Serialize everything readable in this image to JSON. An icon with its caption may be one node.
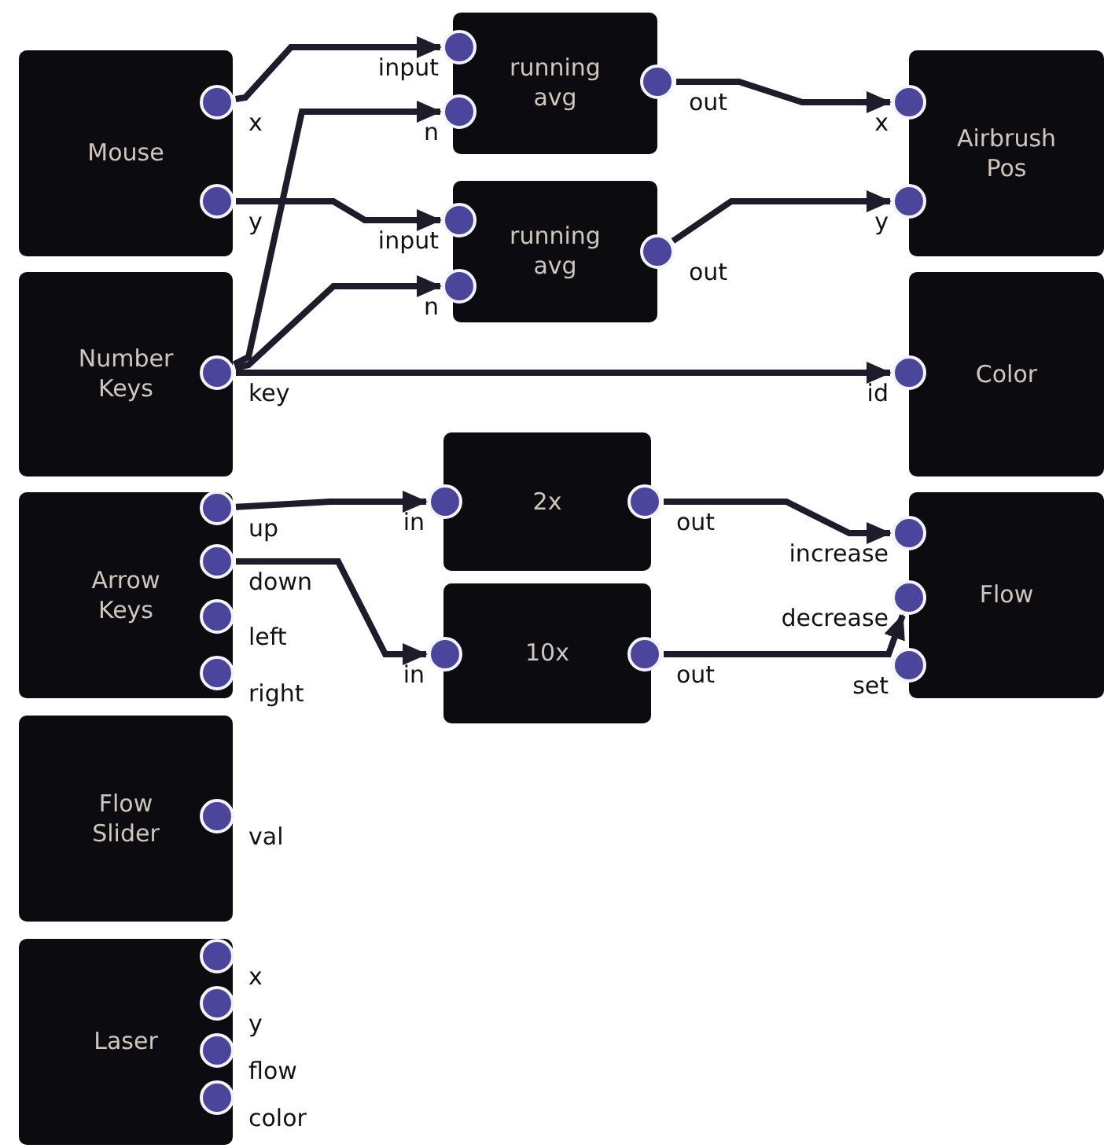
{
  "diagram": {
    "nodes": [
      {
        "text": [
          "Mouse"
        ]
      },
      {
        "text": [],
        "shape": "circle",
        "beside": [
          "x"
        ],
        "in": 0
      },
      {
        "text": [],
        "shape": "circle",
        "beside": [
          "y"
        ],
        "in": 0
      },
      {
        "text": [
          "Number Keys"
        ]
      },
      {
        "text": [],
        "shape": "circle",
        "beside": [
          "key"
        ],
        "in": 3
      },
      {
        "text": [
          "Arrow Keys"
        ]
      },
      {
        "text": [],
        "shape": "circle",
        "beside": [
          "up"
        ],
        "in": 5
      },
      {
        "text": [],
        "shape": "circle",
        "beside": [
          "down"
        ],
        "in": 5
      },
      {
        "text": [],
        "shape": "circle",
        "beside": [
          "left"
        ],
        "in": 5
      },
      {
        "text": [],
        "shape": "circle",
        "beside": [
          "right"
        ],
        "in": 5
      },
      {
        "text": [
          "Flow Slider"
        ]
      },
      {
        "text": [],
        "shape": "circle",
        "beside": [
          "val"
        ],
        "in": 10
      },
      {
        "text": [
          "Laser"
        ]
      },
      {
        "text": [],
        "shape": "circle",
        "beside": [
          "x"
        ],
        "in": 12
      },
      {
        "text": [],
        "shape": "circle",
        "beside": [
          "y"
        ],
        "in": 12
      },
      {
        "text": [],
        "shape": "circle",
        "beside": [
          "flow"
        ],
        "in": 12
      },
      {
        "text": [],
        "shape": "circle",
        "beside": [
          "color"
        ],
        "in": 12
      },
      {
        "text": [
          "running avg"
        ]
      },
      {
        "text": [],
        "shape": "circle",
        "beside": [
          "input"
        ]
      },
      {
        "text": [],
        "shape": "circle",
        "beside": [
          "n"
        ]
      },
      {
        "text": [],
        "shape": "circle",
        "beside": [
          "out"
        ]
      },
      {
        "text": [
          "running avg"
        ]
      },
      {
        "text": [],
        "shape": "circle",
        "beside": [
          "input"
        ]
      },
      {
        "text": [],
        "shape": "circle",
        "beside": [
          "n"
        ]
      },
      {
        "text": [],
        "shape": "circle",
        "beside": [
          "out"
        ]
      },
      {
        "text": [
          "2x"
        ]
      },
      {
        "text": [],
        "shape": "circle",
        "beside": [
          "in"
        ]
      },
      {
        "text": [],
        "shape": "circle",
        "beside": [
          "out"
        ]
      },
      {
        "text": [
          "10x"
        ]
      },
      {
        "text": [],
        "shape": "circle",
        "beside": [
          "in"
        ]
      },
      {
        "text": [],
        "shape": "circle",
        "beside": [
          "out"
        ]
      },
      {
        "text": [
          "Airbrush Pos"
        ]
      },
      {
        "text": [],
        "shape": "circle",
        "beside": [
          "x"
        ]
      },
      {
        "text": [],
        "shape": "circle",
        "beside": [
          "y"
        ]
      },
      {
        "text": [
          "Color"
        ]
      },
      {
        "text": [],
        "shape": "circle",
        "beside": [
          "id"
        ]
      },
      {
        "text": [
          "Flow"
        ]
      },
      {
        "text": [],
        "shape": "circle",
        "beside": [
          "increase"
        ]
      },
      {
        "text": [],
        "shape": "circle",
        "beside": [
          "decrease"
        ]
      },
      {
        "text": [],
        "shape": "circle",
        "beside": [
          "set"
        ]
      }
    ],
    "edges": [
      {
        "from": 1,
        "to": 18,
        "arrow": "to"
      },
      {
        "from": 2,
        "to": 22,
        "arrow": "to"
      },
      {
        "from": 4,
        "to": 19,
        "arrow": "to"
      },
      {
        "from": 4,
        "to": 23,
        "arrow": "to"
      },
      {
        "from": 4,
        "to": 35,
        "arrow": "to"
      },
      {
        "from": 20,
        "to": 32,
        "arrow": "to"
      },
      {
        "from": 24,
        "to": 33,
        "arrow": "to"
      },
      {
        "from": 6,
        "to": 26,
        "arrow": "to"
      },
      {
        "from": 7,
        "to": 29,
        "arrow": "to"
      },
      {
        "from": 27,
        "to": 37,
        "arrow": "to"
      },
      {
        "from": 30,
        "to": 38,
        "arrow": "to"
      }
    ]
  }
}
